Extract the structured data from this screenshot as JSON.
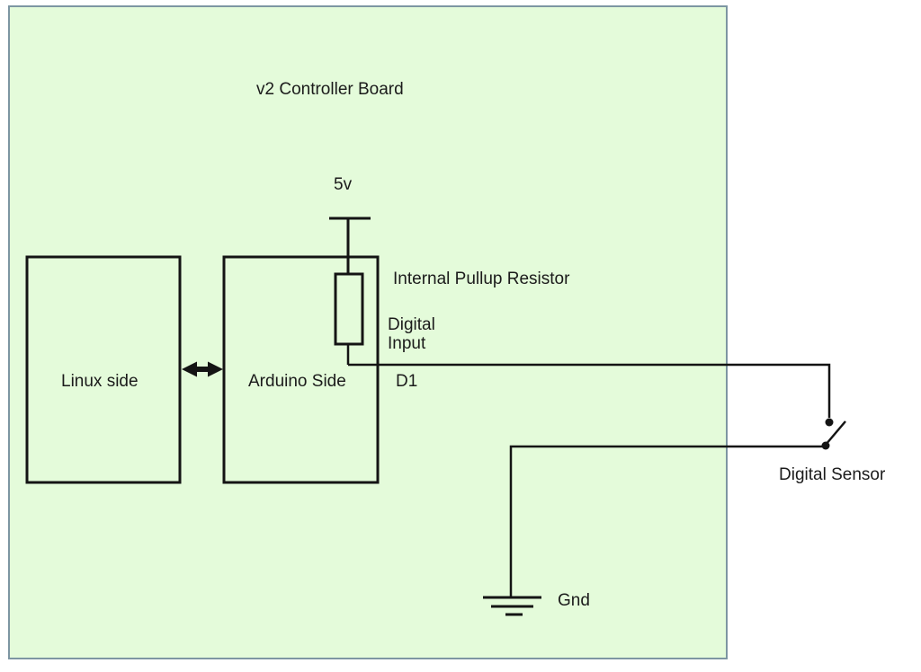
{
  "diagram": {
    "title": "v2 Controller Board",
    "labels": {
      "power": "5v",
      "pullup_resistor": "Internal Pullup Resistor",
      "digital_input_line1": "Digital",
      "digital_input_line2": "Input",
      "pin": "D1",
      "linux_box": "Linux side",
      "arduino_box": "Arduino Side",
      "sensor": "Digital Sensor",
      "ground": "Gnd"
    },
    "symbols": [
      "power-rail-symbol",
      "resistor-symbol",
      "bidirectional-arrow",
      "switch-symbol",
      "ground-symbol"
    ]
  },
  "colors": {
    "board-fill": "#e4fbda",
    "board-border": "#7d96a2",
    "wire": "#141414",
    "text": "#1b1b1b",
    "page-bg": "#ffffff"
  }
}
